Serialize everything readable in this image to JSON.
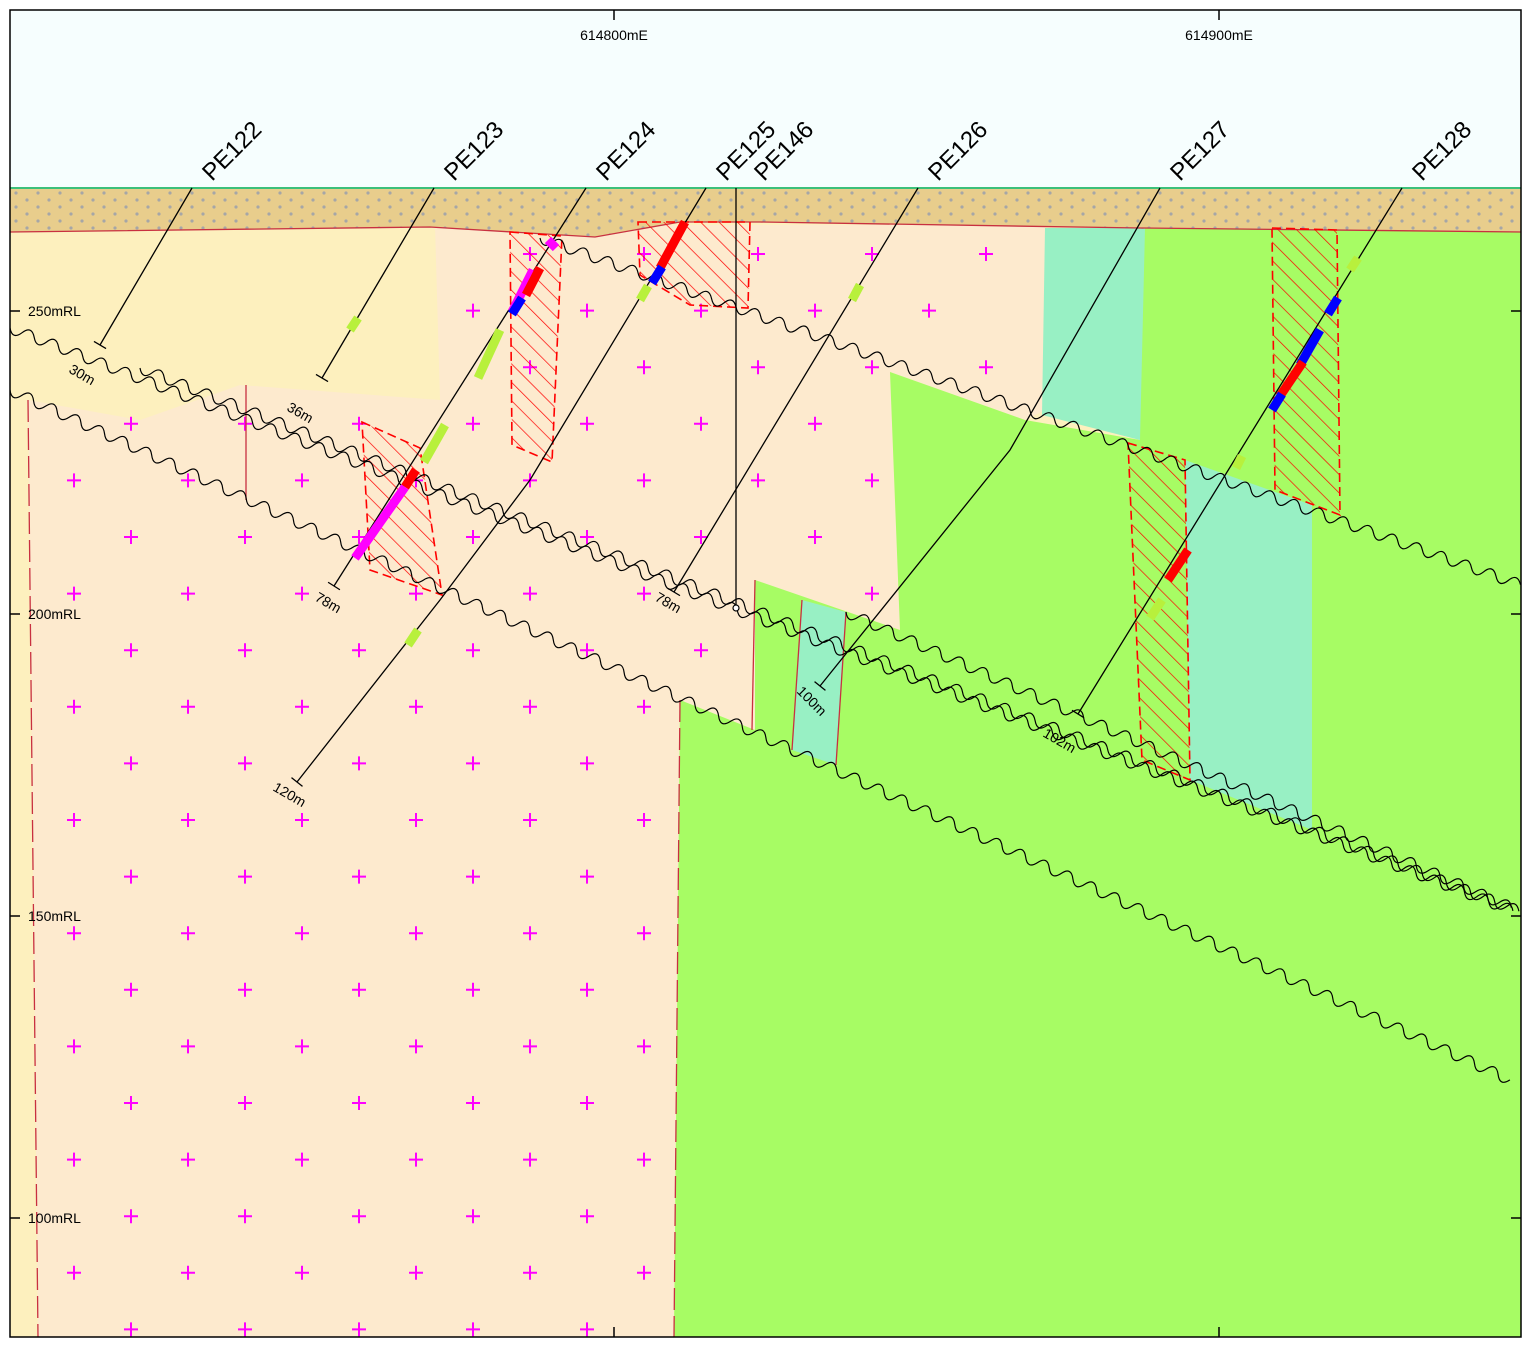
{
  "section": {
    "colors": {
      "sky": "#F6FEFE",
      "cover": "#E8CD8C",
      "cover_dot": "#A6A6A6",
      "unit_yellow": "#FDF0BE",
      "unit_peach": "#FDEACE",
      "unit_green": "#A7FC64",
      "unit_aqua": "#98F0C4",
      "cross_symbol": "#FF00FF",
      "hatch": "#FF0000",
      "topo_line": "#3CC07A",
      "contact_line": "#C83040",
      "assay_red": "#FF0000",
      "assay_blue": "#0000FF",
      "assay_magenta": "#FF00FF",
      "assay_lime": "#B8F03C"
    },
    "eastings": [
      {
        "label": "614800mE"
      },
      {
        "label": "614900mE"
      }
    ],
    "rl_labels": [
      {
        "label": "250mRL"
      },
      {
        "label": "200mRL"
      },
      {
        "label": "150mRL"
      },
      {
        "label": "100mRL"
      }
    ],
    "drillholes": [
      {
        "name": "PE122",
        "depth_label": "30m"
      },
      {
        "name": "PE123",
        "depth_label": "36m"
      },
      {
        "name": "PE124",
        "depth_label": "78m"
      },
      {
        "name": "PE125",
        "depth_label": "120m"
      },
      {
        "name": "PE146"
      },
      {
        "name": "PE126",
        "depth_label": "78m"
      },
      {
        "name": "PE127",
        "depth_label": "100m"
      },
      {
        "name": "PE128",
        "depth_label": "102m"
      }
    ]
  }
}
